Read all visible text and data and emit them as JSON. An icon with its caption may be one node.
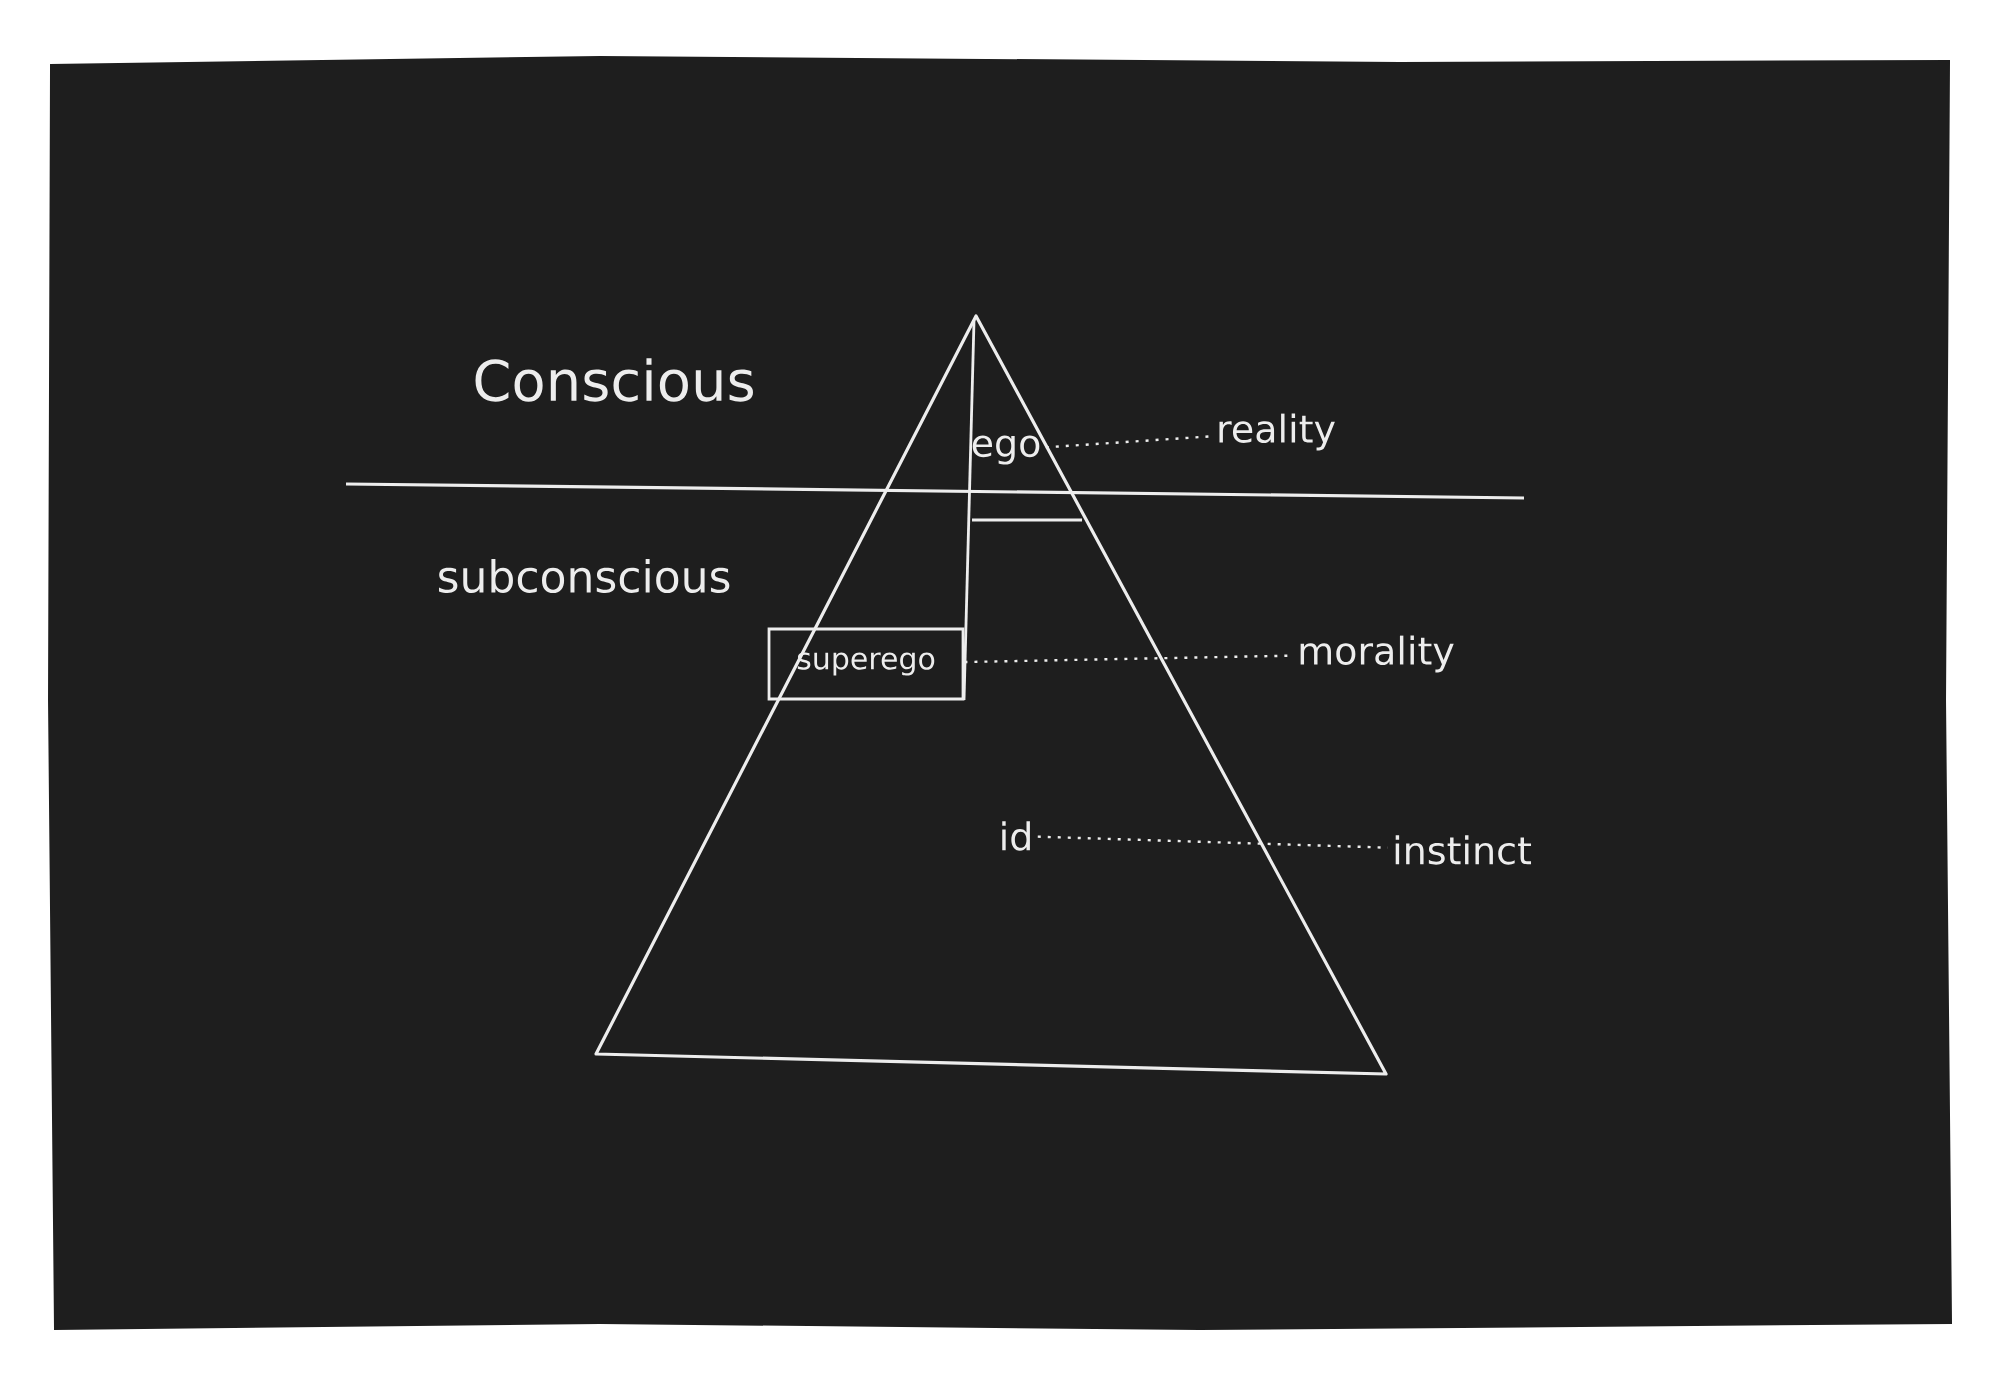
{
  "diagram": {
    "nodes": [
      {
        "text": [],
        "shape": "triangle"
      },
      {
        "text": [
          "ego"
        ],
        "in": 0
      },
      {
        "text": [
          "superego"
        ],
        "in": 0
      },
      {
        "text": [
          "id"
        ],
        "in": 0
      },
      {
        "text": [
          "reality"
        ]
      },
      {
        "text": [
          "morality"
        ]
      },
      {
        "text": [
          "instinct"
        ]
      }
    ],
    "edges": [
      {
        "from": 1,
        "to": 4,
        "arrow": "none",
        "style": "dashed"
      },
      {
        "from": 2,
        "to": 5,
        "arrow": "none",
        "style": "dashed"
      },
      {
        "from": 3,
        "to": 6,
        "arrow": "none",
        "style": "dashed"
      }
    ],
    "labels": [
      "Conscious",
      "subconscious"
    ]
  }
}
